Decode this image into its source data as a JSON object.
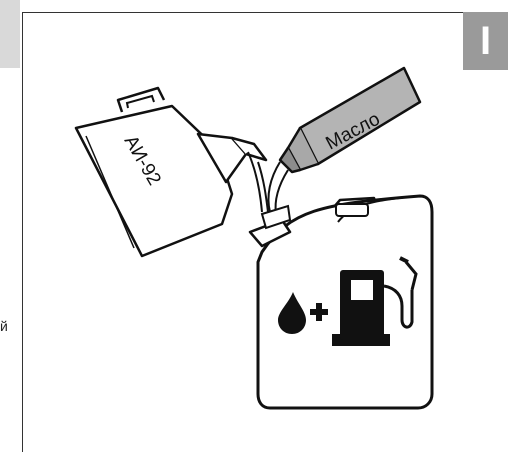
{
  "left_margin": {
    "fragment": "й"
  },
  "section": {
    "badge": "I"
  },
  "illustration": {
    "petrol_can_label": "АИ-92",
    "oil_bottle_label": "Масло",
    "icons": [
      "petrol-can-icon",
      "oil-bottle-icon",
      "jerrycan-icon",
      "oil-drop-icon",
      "plus-icon",
      "fuel-pump-icon"
    ]
  }
}
